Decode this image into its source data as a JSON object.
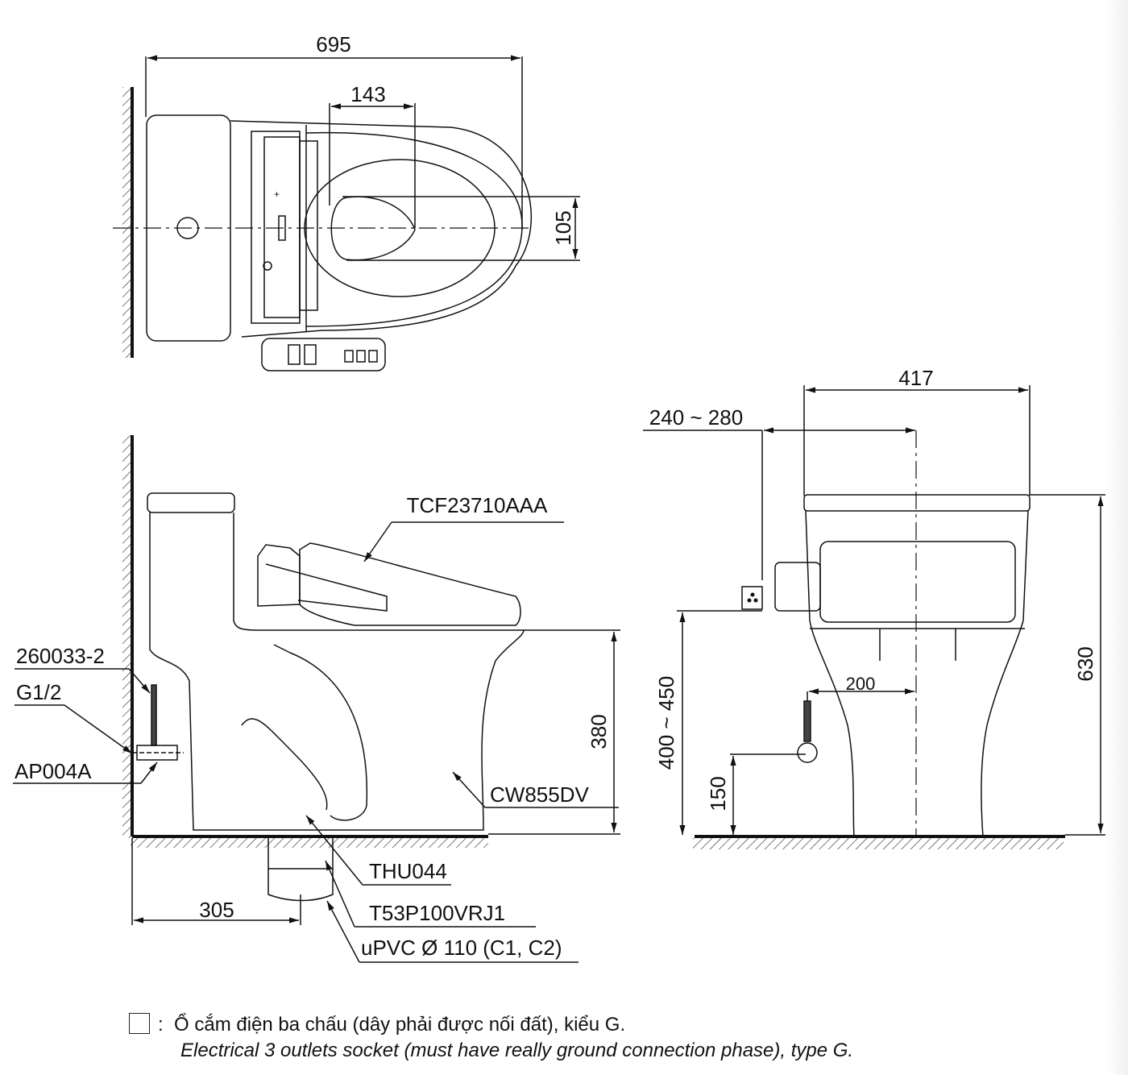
{
  "top_view": {
    "dim_overall_length": "695",
    "dim_outlet_offset": "143",
    "dim_bowl_opening": "105"
  },
  "side_view": {
    "seat_model": "TCF23710AAA",
    "bowl_model": "CW855DV",
    "hose_part": "260033-2",
    "thread_spec": "G1/2",
    "valve_part": "AP004A",
    "flange_part": "THU044",
    "connector_part": "T53P100VRJ1",
    "pipe_spec": "uPVC Ø 110 (C1, C2)",
    "dim_rough_in": "305",
    "dim_seat_height": "380"
  },
  "front_view": {
    "dim_width": "417",
    "dim_socket_offset": "240 ~ 280",
    "dim_socket_height": "400 ~ 450",
    "dim_water_inlet_offset": "200",
    "dim_water_inlet_height": "150",
    "dim_total_height": "630"
  },
  "legend": {
    "symbol": "socket-icon",
    "separator": ":",
    "text_vi": "Ổ cắm điện ba chấu (dây phải được nối đất), kiểu G.",
    "text_en": "Electrical 3 outlets socket (must have really ground connection phase), type G."
  }
}
